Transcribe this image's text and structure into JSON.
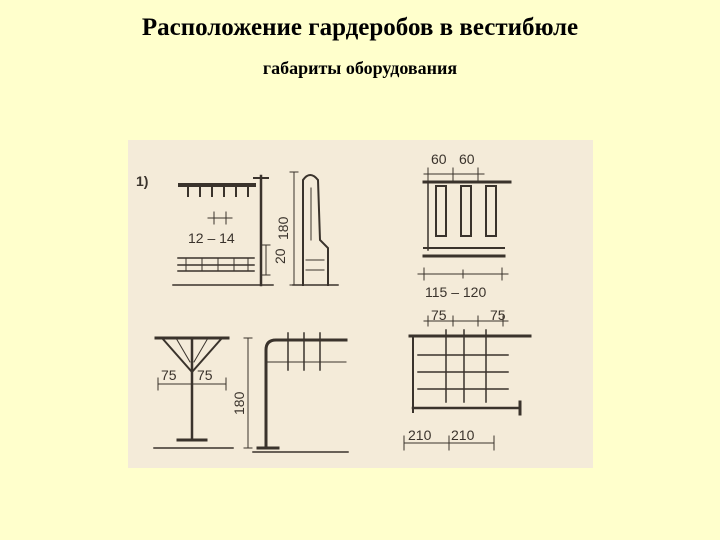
{
  "slide": {
    "title": "Расположение гардеробов в вестибюле",
    "subtitle": "габариты оборудования"
  },
  "figure": {
    "panel_label": "1)",
    "dims": {
      "spacing_12_14": "12 – 14",
      "dim_20": "20",
      "dim_180_a": "180",
      "dim_60a": "60",
      "dim_60b": "60",
      "dim_115_120": "115 – 120",
      "dim_75_left": "75",
      "dim_75_right": "75",
      "dim_180_b": "180",
      "dim_75_top_a": "75",
      "dim_75_top_b": "75",
      "dim_210a": "210",
      "dim_210b": "210"
    }
  },
  "colors": {
    "background": "#FFFFCC",
    "figure_paper": "#F4EBD9",
    "ink": "#3A332C"
  }
}
